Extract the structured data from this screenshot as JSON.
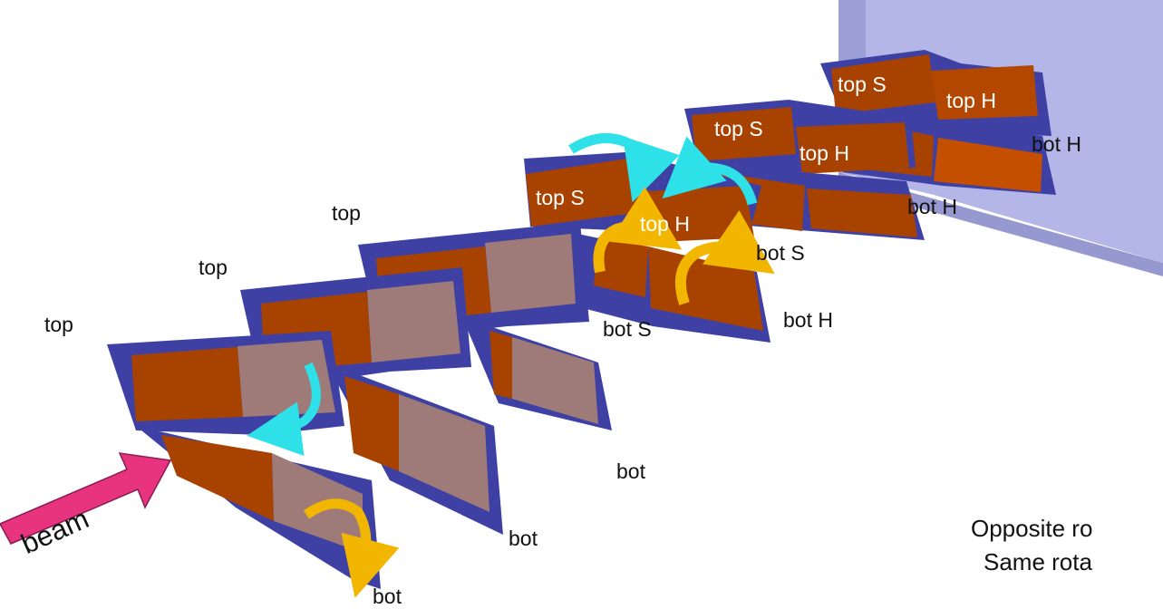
{
  "labels": {
    "top_row": [
      "top",
      "top",
      "top"
    ],
    "bot_row": [
      "bot",
      "bot",
      "bot"
    ],
    "beam": "beam",
    "module_top_s": [
      "top S",
      "top S",
      "top S"
    ],
    "module_top_h": [
      "top H",
      "top H",
      "top H"
    ],
    "module_bot_s": [
      "bot S",
      "bot S"
    ],
    "module_bot_h": [
      "bot H",
      "bot H",
      "bot H"
    ]
  },
  "notes": {
    "opposite": "Opposite ro",
    "same": "Same rota"
  },
  "colors": {
    "frame_blue": "#3e41a3",
    "sensor_orange": "#a84200",
    "sensor_pink": "#9e7b78",
    "arrow_cyan": "#2ee0e8",
    "arrow_yellow": "#f3b600",
    "beam_arrow": "#e8337f",
    "wall": "#b3b6e6"
  }
}
